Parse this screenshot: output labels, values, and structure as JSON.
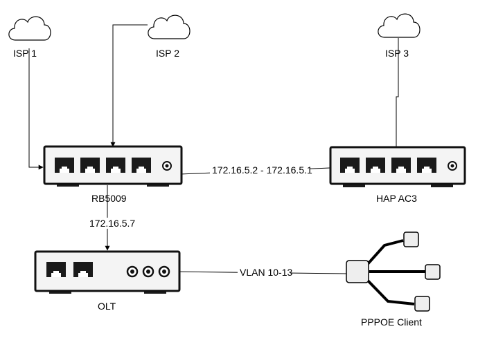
{
  "nodes": {
    "isp1": {
      "label": "ISP 1"
    },
    "isp2": {
      "label": "ISP 2"
    },
    "isp3": {
      "label": "ISP 3"
    },
    "rb5009": {
      "label": "RB5009"
    },
    "hapac3": {
      "label": "HAP AC3"
    },
    "olt": {
      "label": "OLT"
    },
    "pppoe": {
      "label": "PPPOE Client"
    }
  },
  "links": {
    "rb_hap": {
      "label": "172.16.5.2 - 172.16.5.1"
    },
    "rb_olt": {
      "label": "172.16.5.7"
    },
    "olt_pppoe": {
      "label": "VLAN 10-13"
    }
  }
}
